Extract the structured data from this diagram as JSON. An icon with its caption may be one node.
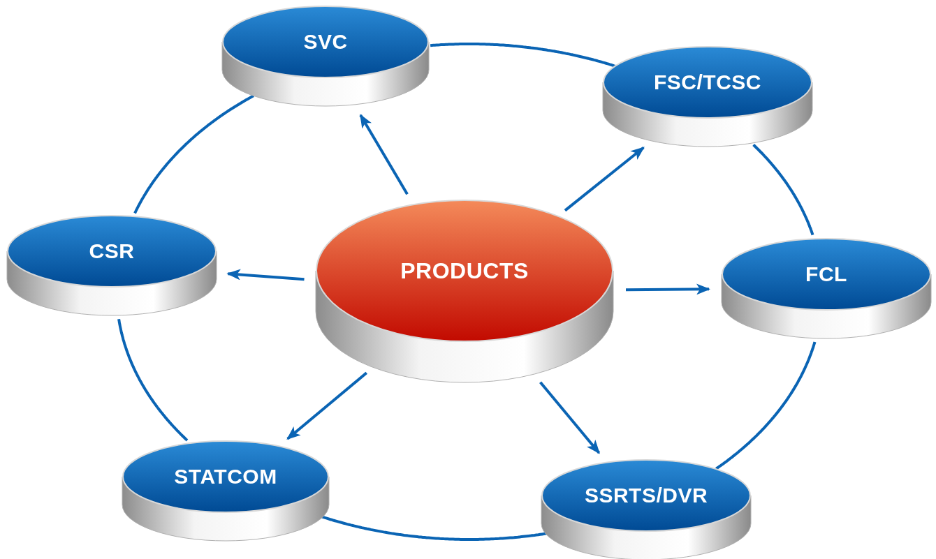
{
  "diagram": {
    "nodes": [
      {
        "text": [
          "SVC"
        ]
      },
      {
        "text": [
          "FSC/TCSC"
        ]
      },
      {
        "text": [
          "CSR"
        ]
      },
      {
        "text": [
          "PRODUCTS"
        ]
      },
      {
        "text": [
          "FCL"
        ]
      },
      {
        "text": [
          "STATCOM"
        ]
      },
      {
        "text": [
          "SSRTS/DVR"
        ]
      }
    ],
    "edges": [
      {
        "from": 3,
        "to": 0,
        "arrow": "to"
      },
      {
        "from": 3,
        "to": 1,
        "arrow": "to"
      },
      {
        "from": 3,
        "to": 2,
        "arrow": "to"
      },
      {
        "from": 3,
        "to": 4,
        "arrow": "to"
      },
      {
        "from": 3,
        "to": 5,
        "arrow": "to"
      },
      {
        "from": 3,
        "to": 6,
        "arrow": "to"
      },
      {
        "from": 0,
        "to": 1,
        "arrow": "none"
      },
      {
        "from": 1,
        "to": 4,
        "arrow": "none"
      },
      {
        "from": 4,
        "to": 6,
        "arrow": "none"
      },
      {
        "from": 6,
        "to": 5,
        "arrow": "none"
      },
      {
        "from": 5,
        "to": 2,
        "arrow": "none"
      },
      {
        "from": 2,
        "to": 0,
        "arrow": "none"
      }
    ]
  }
}
